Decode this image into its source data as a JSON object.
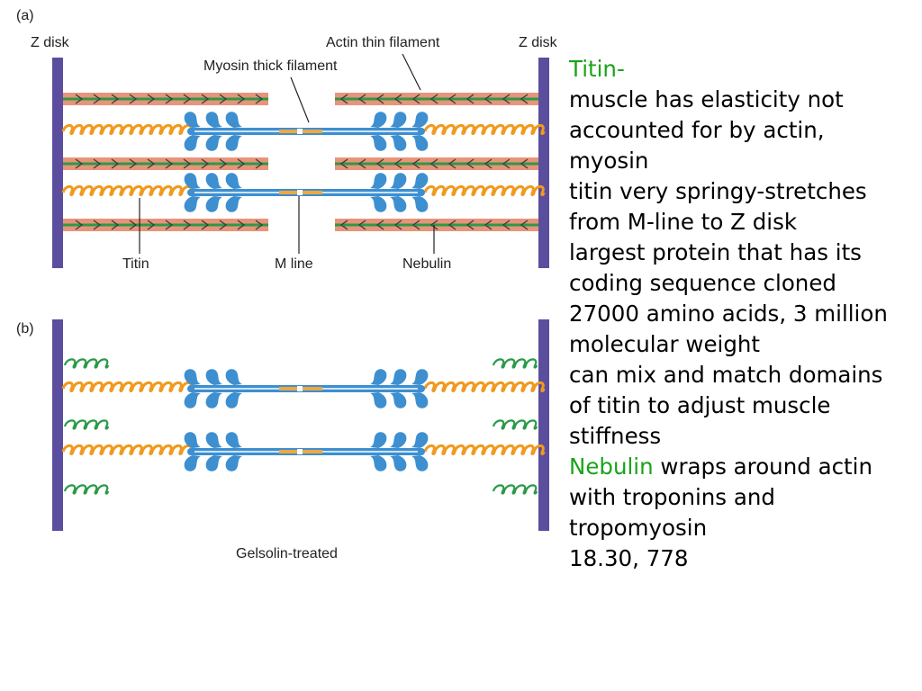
{
  "figure": {
    "panel_a": {
      "label": "(a)",
      "z_disk_left": "Z disk",
      "z_disk_right": "Z disk",
      "actin_label": "Actin thin filament",
      "myosin_label": "Myosin thick filament",
      "titin_label": "Titin",
      "mline_label": "M line",
      "nebulin_label": "Nebulin"
    },
    "panel_b": {
      "label": "(b)",
      "caption": "Gelsolin-treated"
    },
    "colors": {
      "z_disk": "#5b4e9e",
      "actin": "#e8947a",
      "nebulin": "#2a9a48",
      "titin": "#f09a1e",
      "myosin": "#3d8fd0",
      "m_line": "#f2a640"
    }
  },
  "notes": {
    "titin_heading": "Titin-",
    "l1": "muscle has elasticity not",
    "l2": "accounted for by actin,",
    "l3": "myosin",
    "l4": "titin very springy-stretches",
    "l5": "from M-line to Z disk",
    "l6": "largest protein that has its",
    "l7": "coding sequence cloned",
    "l8": "27000 amino acids, 3 million",
    "l9": "molecular weight",
    "l10": "can mix and match domains",
    "l11": "of titin to adjust muscle",
    "l12": "stiffness",
    "nebulin_word": "Nebulin",
    "nebulin_rest": " wraps around actin",
    "l14": "with troponins and",
    "l15": "tropomyosin",
    "l16": "18.30, 778"
  }
}
